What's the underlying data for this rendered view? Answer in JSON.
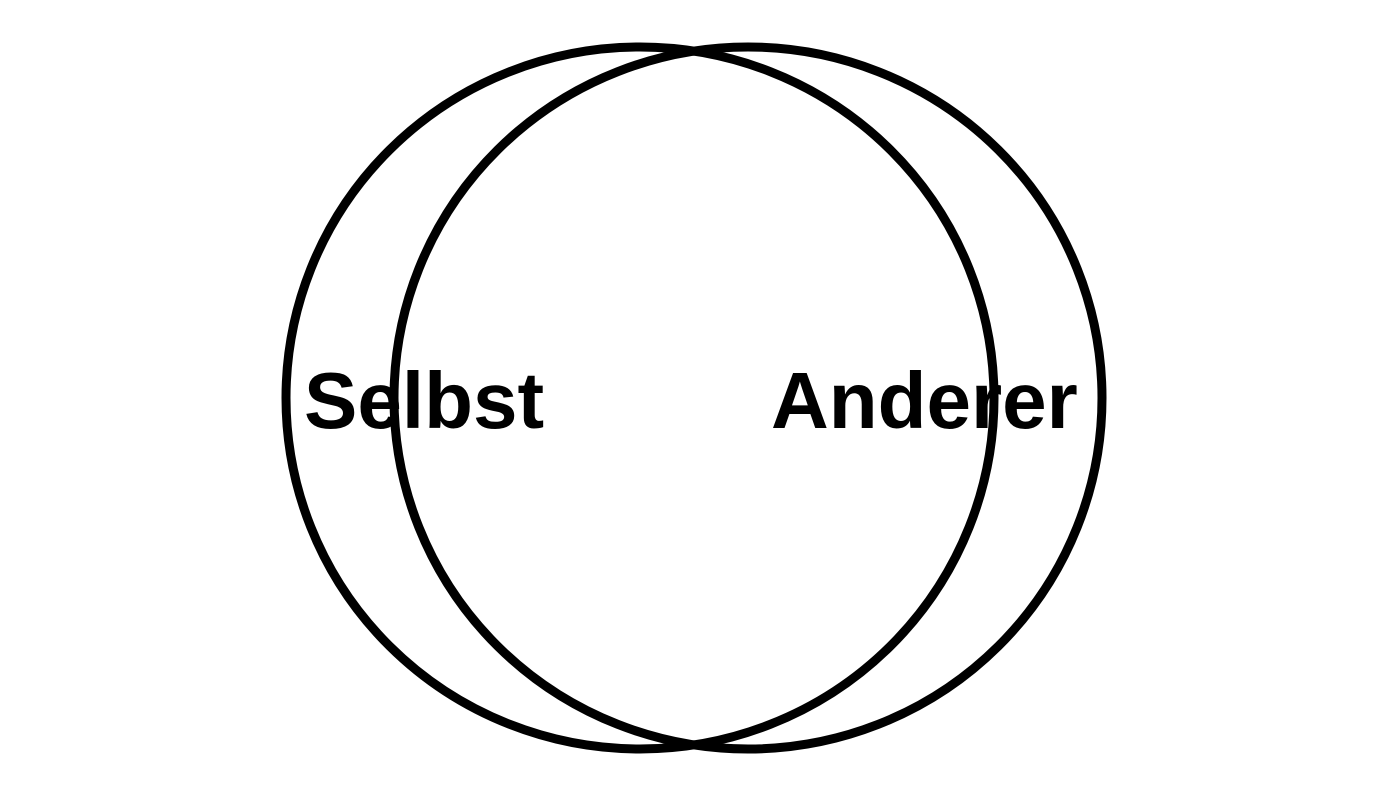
{
  "diagram": {
    "type": "overlapping-circles",
    "labels": {
      "left": "Selbst",
      "right": "Anderer"
    },
    "colors": {
      "stroke": "#000000",
      "text": "#000000",
      "background": "#ffffff"
    }
  }
}
